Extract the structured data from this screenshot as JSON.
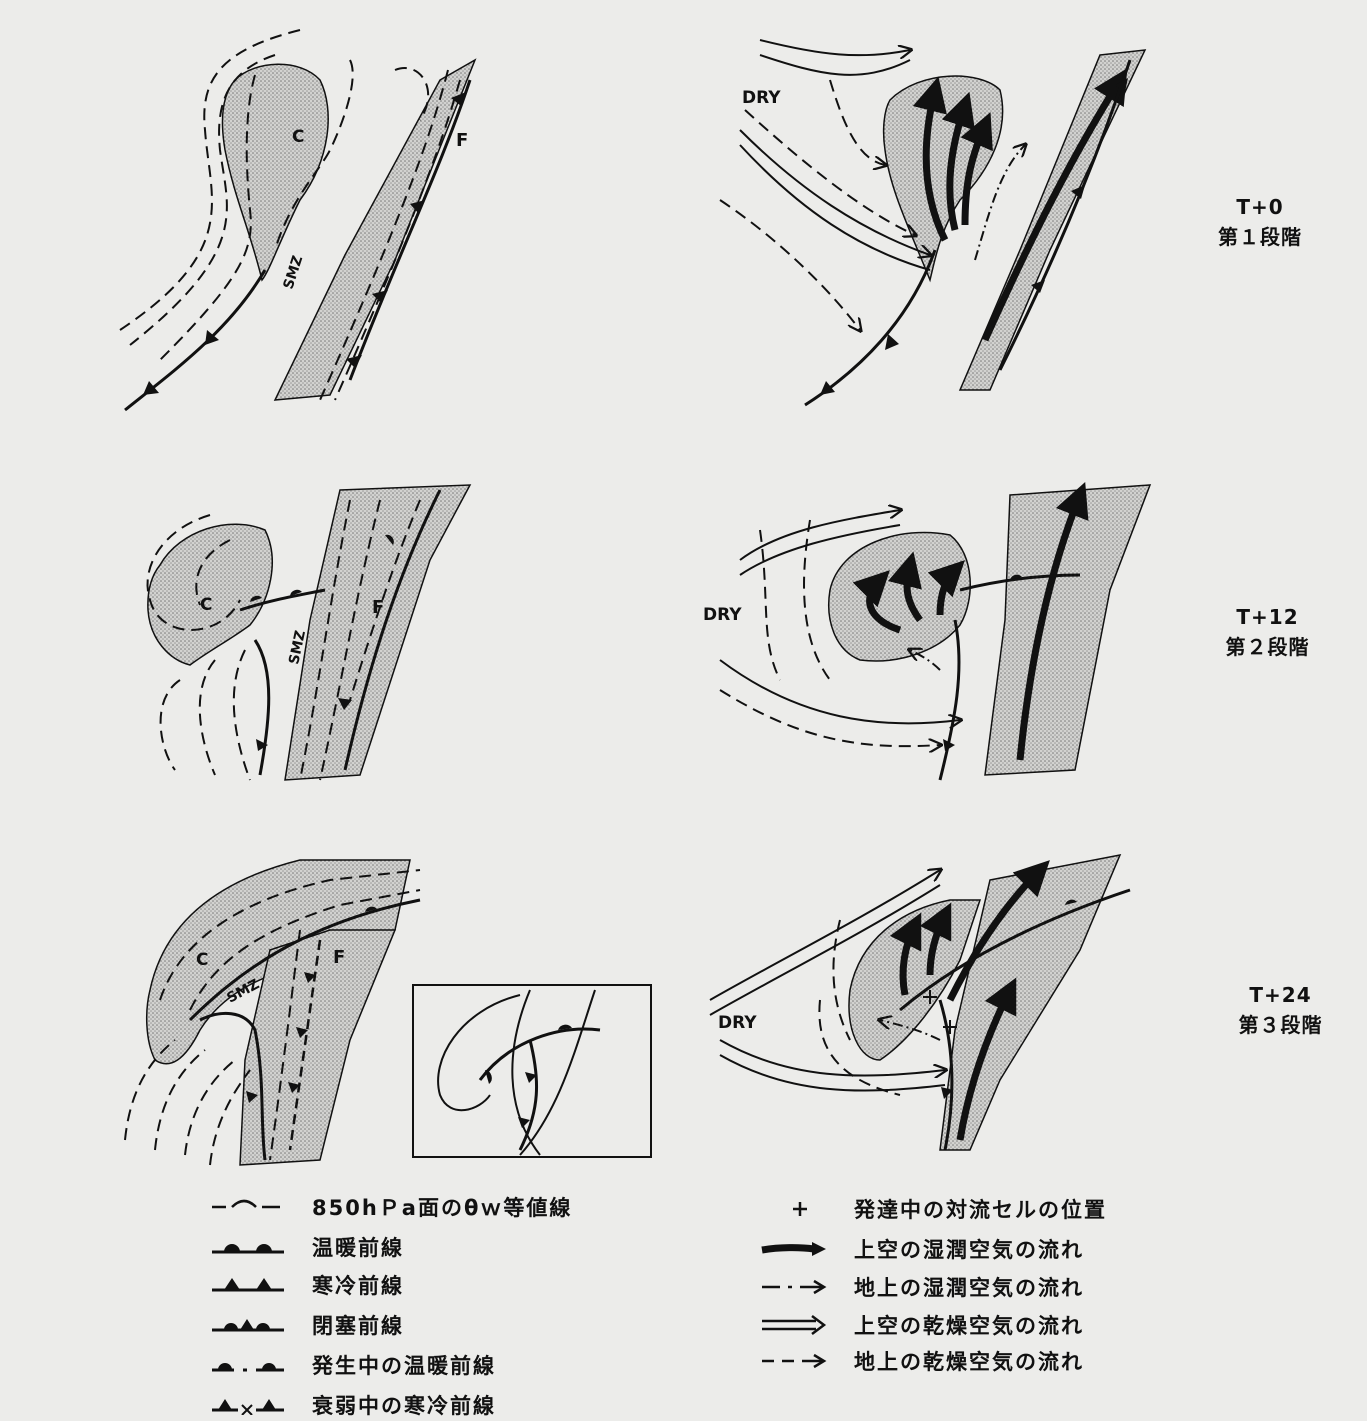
{
  "stages": [
    {
      "time": "T+0",
      "name": "第１段階"
    },
    {
      "time": "T+12",
      "name": "第２段階"
    },
    {
      "time": "T+24",
      "name": "第３段階"
    }
  ],
  "map_labels": {
    "c": "C",
    "f": "F",
    "smz": "SMZ",
    "dry": "DRY"
  },
  "legend_left": [
    {
      "symbol": "theta-w-isoline",
      "label": "850hＰa面のθｗ等値線"
    },
    {
      "symbol": "warm-front",
      "label": "温暖前線"
    },
    {
      "symbol": "cold-front",
      "label": "寒冷前線"
    },
    {
      "symbol": "occluded-front",
      "label": "閉塞前線"
    },
    {
      "symbol": "developing-warm-front",
      "label": "発生中の温暖前線"
    },
    {
      "symbol": "decaying-cold-front",
      "label": "衰弱中の寒冷前線"
    }
  ],
  "legend_right": [
    {
      "symbol": "plus",
      "label": "発達中の対流セルの位置"
    },
    {
      "symbol": "thick-arrow",
      "label": "上空の湿潤空気の流れ"
    },
    {
      "symbol": "dashdot-arrow",
      "label": "地上の湿潤空気の流れ"
    },
    {
      "symbol": "double-arrow",
      "label": "上空の乾燥空気の流れ"
    },
    {
      "symbol": "dashed-arrow",
      "label": "地上の乾燥空気の流れ"
    }
  ],
  "colors": {
    "background": "#ececea",
    "cloud": "#c8c8c6",
    "ink": "#111111"
  }
}
